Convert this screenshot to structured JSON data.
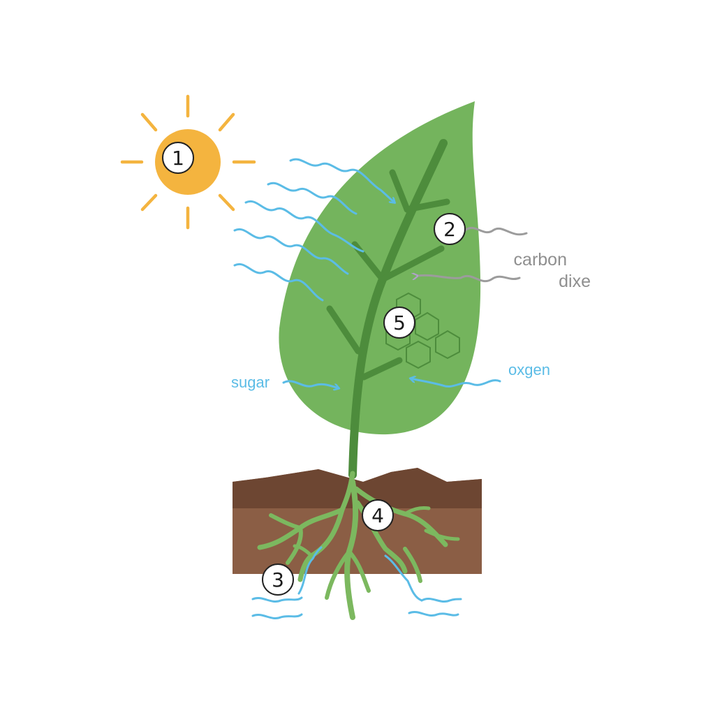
{
  "colors": {
    "background": "#ffffff",
    "sun": "#f4b43f",
    "sun_ray": "#f4b43f",
    "leaf": "#74b45d",
    "vein": "#4d8c3c",
    "water": "#5bbce6",
    "gas": "#9c9c9c",
    "soil_top": "#6d4632",
    "soil": "#8b5e45",
    "root": "#7cb85f",
    "badge_stroke": "#222222",
    "badge_fill": "#ffffff"
  },
  "labels": {
    "carbon_line1": "carbon",
    "carbon_line2": "dixe",
    "sugar": "sugar",
    "oxygen": "oxgen"
  },
  "badges": {
    "sun": "1",
    "carbon": "2",
    "water": "3",
    "roots": "4",
    "glucose": "5"
  }
}
